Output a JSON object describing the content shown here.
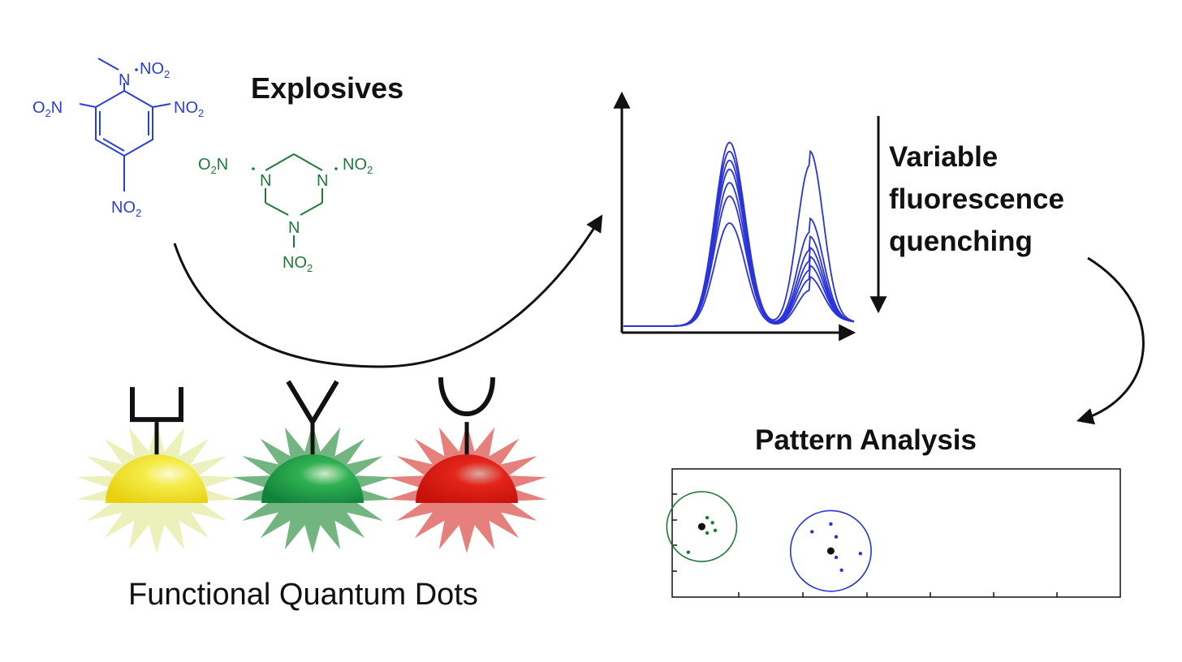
{
  "labels": {
    "explosives": "Explosives",
    "quenching_line1": "Variable",
    "quenching_line2": "fluorescence",
    "quenching_line3": "quenching",
    "pattern_analysis": "Pattern Analysis",
    "functional_qd": "Functional Quantum Dots"
  },
  "molecules": {
    "tetryl": {
      "color": "#2a3fd8",
      "groups": [
        "N",
        "NO",
        "2",
        "O",
        "2",
        "N",
        "NO",
        "2",
        "NO",
        "2"
      ]
    },
    "rdx": {
      "color": "#1e7a3a",
      "groups": [
        "O",
        "2",
        "N",
        "N",
        "N",
        "NO",
        "2",
        "N",
        "NO",
        "2"
      ]
    }
  },
  "quantum_dots": [
    {
      "color": "#f2e21e",
      "glow": "#e9efb0",
      "receptor": "square-fork"
    },
    {
      "color": "#1a9a40",
      "glow": "#5aa86a",
      "receptor": "y-shape"
    },
    {
      "color": "#d8170c",
      "glow": "#e06a66",
      "receptor": "u-shape"
    }
  ],
  "spectrum_chart": {
    "type": "line",
    "line_color": "#2b34d8",
    "xlim": [
      0,
      10
    ],
    "ylim": [
      0,
      1.05
    ],
    "series_params": [
      {
        "peak1": 0.82,
        "peak2": 0.72
      },
      {
        "peak1": 0.78,
        "peak2": 0.42
      },
      {
        "peak1": 0.74,
        "peak2": 0.34
      },
      {
        "peak1": 0.7,
        "peak2": 0.29
      },
      {
        "peak1": 0.64,
        "peak2": 0.25
      },
      {
        "peak1": 0.58,
        "peak2": 0.21
      },
      {
        "peak1": 0.46,
        "peak2": 0.16
      }
    ]
  },
  "pattern_chart": {
    "type": "scatter",
    "xlim": [
      0,
      10
    ],
    "ylim": [
      0,
      10
    ],
    "clusters": [
      {
        "color": "#1e7a3a",
        "center": [
          1.1,
          5.5
        ],
        "radius": 1.3,
        "points": [
          [
            1.3,
            6.2
          ],
          [
            1.5,
            5.8
          ],
          [
            1.3,
            5.0
          ],
          [
            1.6,
            5.2
          ],
          [
            0.6,
            3.5
          ]
        ]
      },
      {
        "color": "#2b34d8",
        "center": [
          5.9,
          3.6
        ],
        "radius": 1.5,
        "points": [
          [
            5.2,
            5.1
          ],
          [
            5.9,
            5.7
          ],
          [
            6.1,
            3.1
          ],
          [
            6.3,
            2.1
          ],
          [
            6.1,
            4.7
          ],
          [
            7.0,
            3.4
          ]
        ]
      }
    ]
  }
}
